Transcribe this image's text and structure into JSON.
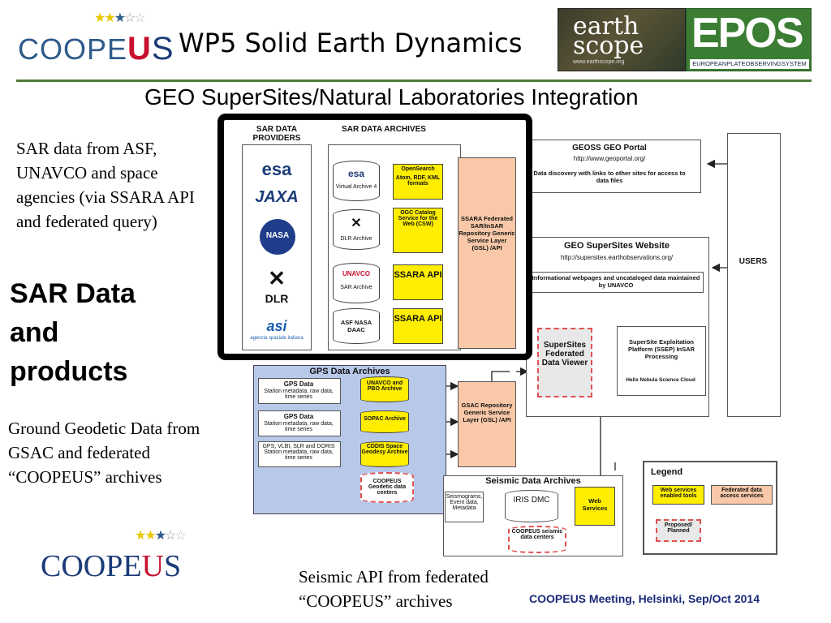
{
  "header": {
    "logo_text_left": "COOPE",
    "logo_text_u": "U",
    "logo_text_s": "S",
    "title": "WP5 Solid Earth Dynamics",
    "subtitle": "GEO SuperSites/Natural Laboratories Integration",
    "earthscope_word": "earth scope",
    "earthscope_url": "www.earthscope.org",
    "epos_word": "EPOS",
    "epos_sub": "EUROPEANPLATEOBSERVINGSYSTEM"
  },
  "notes": {
    "sar_from": "SAR data from ASF, UNAVCO and space agencies (via SSARA API and federated query)",
    "sar_big": "SAR Data and products",
    "gnss": "Ground Geodetic Data from GSAC and federated “COOPEUS” archives",
    "seismic": "Seismic API from federated “COOPEUS” archives"
  },
  "footer": "COOPEUS Meeting, Helsinki, Sep/Oct 2014",
  "diagram": {
    "sar_providers": "SAR DATA PROVIDERS",
    "sar_archives": "SAR DATA ARCHIVES",
    "providers": [
      "esa",
      "JAXA",
      "NASA",
      "DLR",
      "asi"
    ],
    "asi_sub": "agenzia spaziale italiana",
    "arch_esa": "esa",
    "arch_va4": "Virtual Archive 4",
    "arch_dlr": "DLR Archive",
    "arch_unavco": "UNAVCO",
    "arch_sar": "SAR Archive",
    "arch_asf": "ASF NASA DAAC",
    "opensearch": "OpenSearch",
    "opensearch_sub": "Atom, RDF, KML formats",
    "ogc": "OGC Catalog Service for the Web (CSW)",
    "ssara1": "SSARA API",
    "ssara2": "SSARA API",
    "ssara_fed": "SSARA Federated SAR/InSAR Repository Generic Service Layer (GSL) /API",
    "geoss_title": "GEOSS GEO Portal",
    "geoss_url": "http://www.geoportal.org/",
    "geoss_desc": "Data discovery with links to other sites for access to data files",
    "supersites_title": "GEO SuperSites Website",
    "supersites_url": "http://supersites.earthobservations.org/",
    "supersites_desc": "Informational webpages and uncataloged data maintained by UNAVCO",
    "users": "USERS",
    "viewer": "SuperSites Federated Data Viewer",
    "ssep": "SuperSite Exploitation Platform (SSEP) InSAR Processing",
    "helix": "Helix Nebula Science Cloud",
    "gps_archives": "GPS Data Archives",
    "gps1_title": "GPS Data",
    "gps1_desc": "Station metadata, raw data, time series",
    "gps2_title": "GPS Data",
    "gps2_desc": "Station metadata, raw data, time series",
    "gps3_desc": "GPS, VLBI, SLR and DORIS Station metadata, raw data, time series",
    "unavco_pbo": "UNAVCO and PBO Archive",
    "sopac": "SOPAC Archive",
    "cddis": "CDDIS Space Geodesy Archive",
    "coopeus_geo": "COOPEUS Geodetic data centers",
    "gsac": "GSAC Repository Generic Service Layer (GSL) /API",
    "seismic_archives": "Seismic Data Archives",
    "seis_desc": "Seismograms, Event data, Metadata",
    "iris": "IRIS DMC",
    "webservices": "Web Services",
    "coopeus_seis": "COOPEUS seismic data centers",
    "legend": "Legend",
    "legend_web": "Web services enabled tools",
    "legend_fed": "Federated data access services",
    "legend_prop": "Proposed/ Planned"
  },
  "colors": {
    "title_rule": "#4e7a3a",
    "highlight_frame": "#000000",
    "service_yellow": "#ffee00",
    "federated_salmon": "#f8c8a8",
    "gps_blue": "#b8c8e8",
    "proposed_dashed": "#e05050",
    "footer_text": "#1a2a7a"
  }
}
